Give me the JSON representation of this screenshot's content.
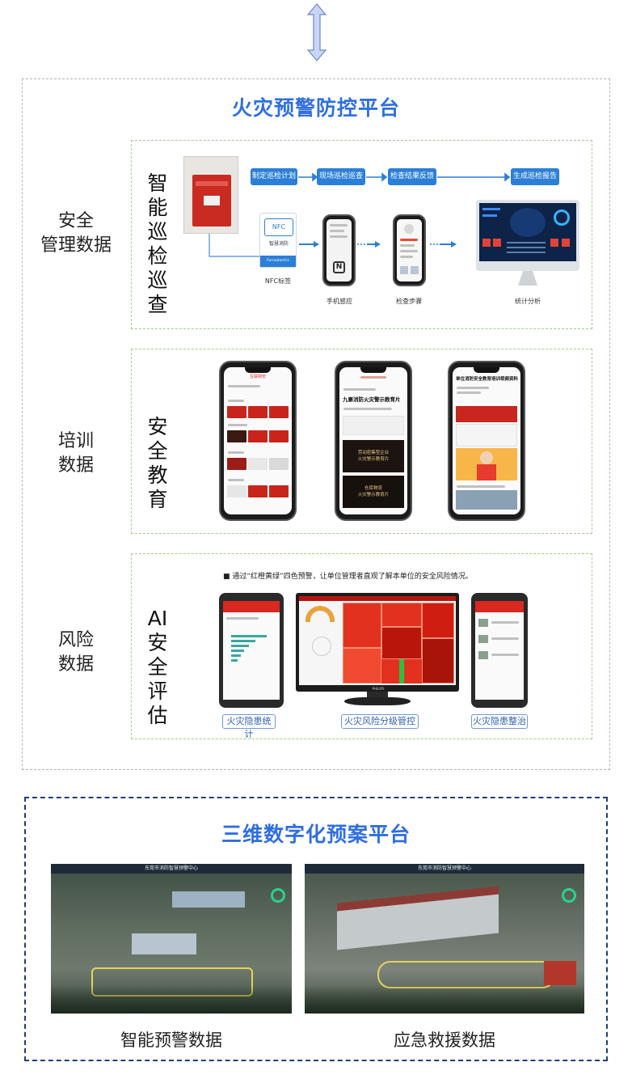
{
  "fire_platform": {
    "title": "火灾预警防控平台",
    "sections": [
      {
        "side_label": "安全\n管理数据",
        "vertical_title": "智能巡检巡查",
        "flow_steps": [
          "制定巡检计划",
          "现场巡检巡查",
          "检查结果反馈",
          "生成巡检报告"
        ],
        "nfc_card_text": [
          "NFC",
          "智慧消防",
          "Ferroelectric"
        ],
        "captions": [
          "NFC标签",
          "手机感应",
          "检查步骤",
          "统计分析"
        ]
      },
      {
        "side_label": "培训\n数据",
        "vertical_title": "安全教育",
        "phone_screens": {
          "left_header": "互联网安",
          "middle_title": "九寨消防火灾警示教育片",
          "middle_video_1": "劳动密集型企业\n火灾警示教育片",
          "middle_video_2": "仓库物流\n火灾警示教育片",
          "right_title": "单位消防安全教育培训视频资料"
        }
      },
      {
        "side_label": "风险\n数据",
        "vertical_title": "AI安全评估",
        "note": "■ 通过“红橙黄绿”四色预警，让单位管理者直观了解本单位的安全风险情况。",
        "captions": [
          "火灾隐患统计",
          "火灾风险分级管控",
          "火灾隐患整治"
        ],
        "monitor_brand": "PHILIPS"
      }
    ]
  },
  "d3_platform": {
    "title": "三维数字化预案平台",
    "images": [
      {
        "caption": "智能预警数据",
        "banner": "东莞市消防智慧预警中心"
      },
      {
        "caption": "应急救援数据",
        "banner": "东莞市消防智慧预警中心"
      }
    ]
  },
  "colors": {
    "title_blue": "#2f6fe0",
    "section_border_green": "#9fd08c",
    "flow_blue": "#2c7fd6",
    "d3_border_navy": "#1f3f7a",
    "risk_red": "#c8241c"
  }
}
